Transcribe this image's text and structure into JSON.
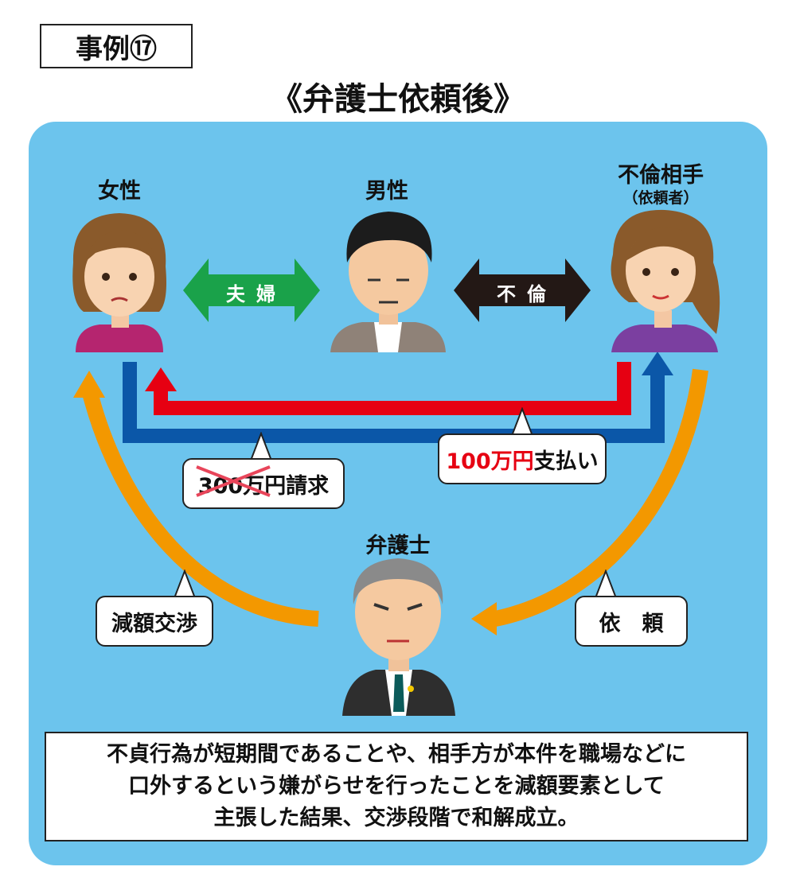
{
  "case_label": "事例⑰",
  "title": "《弁護士依頼後》",
  "persons": {
    "woman": "女性",
    "man": "男性",
    "affair": "不倫相手",
    "affair_sub": "（依頼者）",
    "lawyer": "弁護士"
  },
  "relations": {
    "married": "夫婦",
    "affair": "不倫"
  },
  "bubbles": {
    "claim_amount": "300万",
    "claim_suffix": "円請求",
    "payment_amount": "100万円",
    "payment_suffix": "支払い",
    "negotiation": "減額交渉",
    "request": "依　頼"
  },
  "summary": {
    "line1": "不貞行為が短期間であることや、相手方が本件を職場などに",
    "line2": "口外するという嫌がらせを行ったことを減額要素として",
    "line3": "主張した結果、交渉段階で和解成立。"
  },
  "colors": {
    "panel": "#6cc4ed",
    "married_arrow": "#1aa24a",
    "affair_arrow": "#231815",
    "payment_arrow": "#e60012",
    "claim_arrow": "#0b57a8",
    "lawyer_arrows": "#f39800"
  }
}
